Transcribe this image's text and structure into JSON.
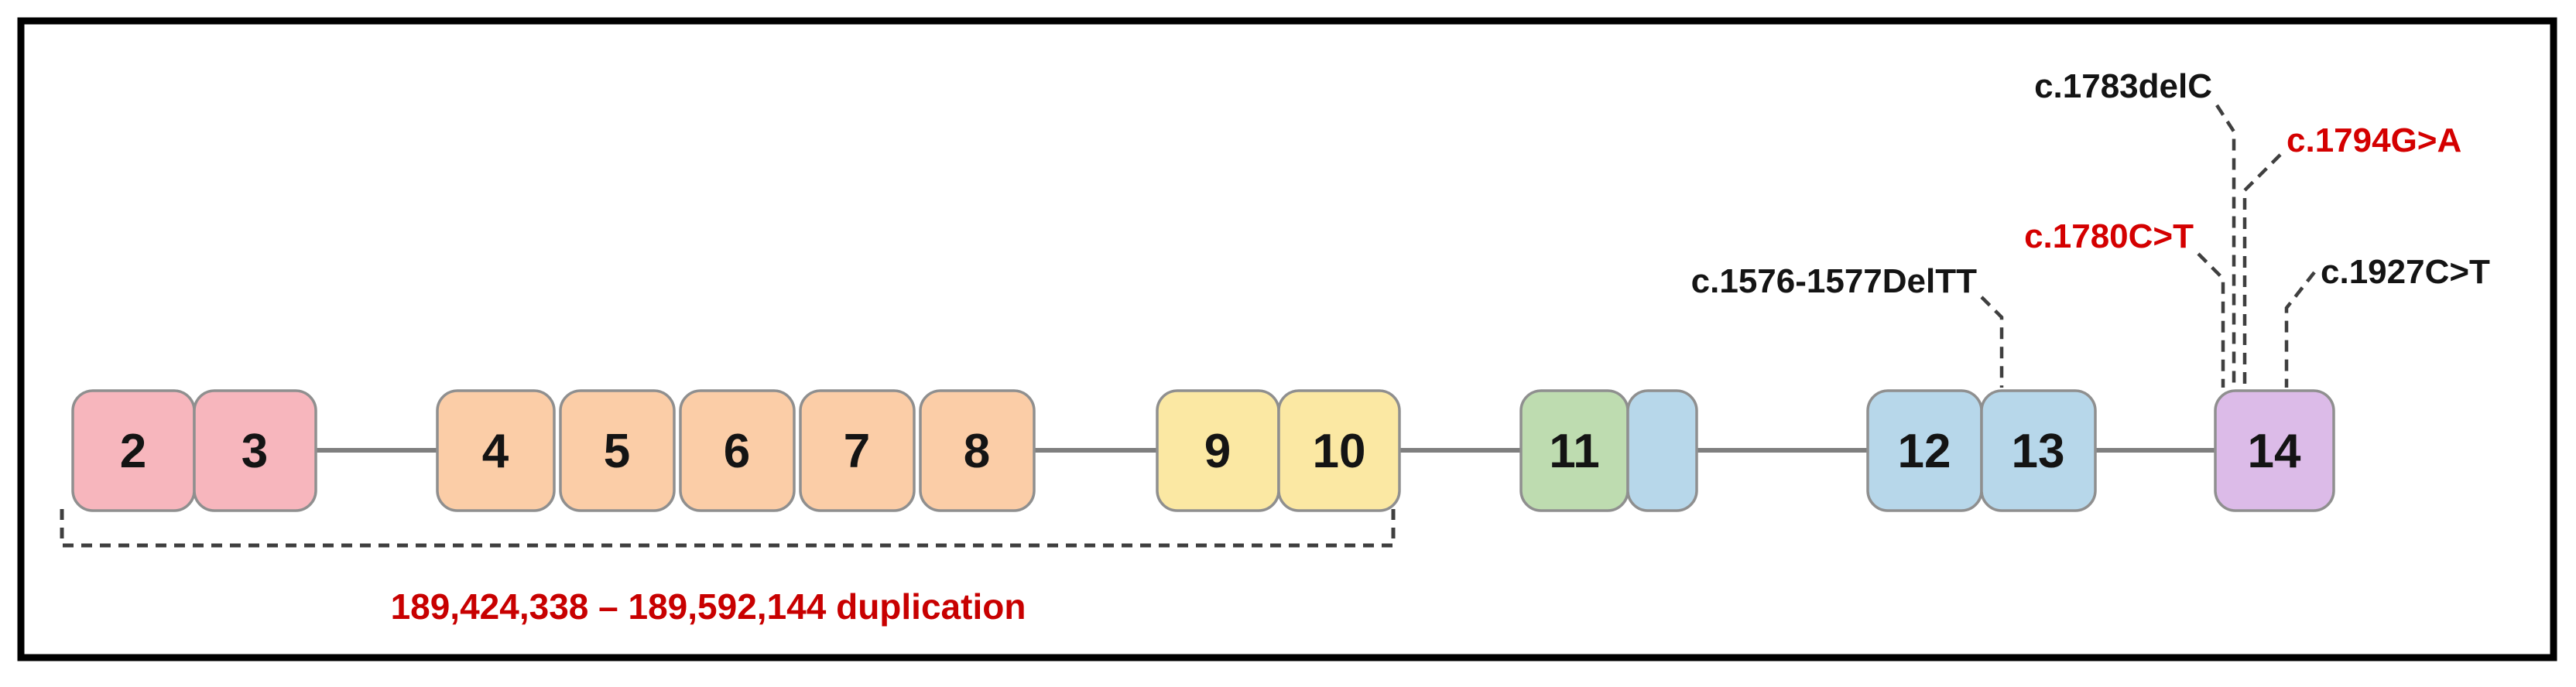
{
  "figure": {
    "title": "gene exon map with point mutations and duplication",
    "background_color": "#ffffff",
    "border_color": "#000000"
  },
  "palette": {
    "pink": "#f7b6bd",
    "peach": "#fbcda7",
    "yellow": "#fbe8a3",
    "green": "#bedcb0",
    "blue": "#b7d7ea",
    "purple": "#dcbbe8",
    "box_stroke": "#8f8f8f",
    "backbone_gray": "#7f7f7f",
    "callout_gray": "#3f3f3f",
    "text_black": "#141414",
    "mutation_red": "#d40000",
    "duplication_red": "#c80000"
  },
  "exons": [
    {
      "label": "2",
      "color": "pink"
    },
    {
      "label": "3",
      "color": "pink"
    },
    {
      "label": "4",
      "color": "peach"
    },
    {
      "label": "5",
      "color": "peach"
    },
    {
      "label": "6",
      "color": "peach"
    },
    {
      "label": "7",
      "color": "peach"
    },
    {
      "label": "8",
      "color": "peach"
    },
    {
      "label": "9",
      "color": "yellow"
    },
    {
      "label": "10",
      "color": "yellow"
    },
    {
      "label": "11",
      "color": "green"
    },
    {
      "label": "",
      "color": "blue"
    },
    {
      "label": "12",
      "color": "blue"
    },
    {
      "label": "13",
      "color": "blue"
    },
    {
      "label": "14",
      "color": "purple"
    }
  ],
  "mutations": [
    {
      "label": "c.1783delC",
      "color": "#141414",
      "target_exon": "14"
    },
    {
      "label": "c.1794G>A",
      "color": "#d40000",
      "target_exon": "14"
    },
    {
      "label": "c.1780C>T",
      "color": "#d40000",
      "target_exon": "14"
    },
    {
      "label": "c.1927C>T",
      "color": "#141414",
      "target_exon": "14"
    },
    {
      "label": "c.1576-1577DelTT",
      "color": "#141414",
      "target_exon": "13"
    }
  ],
  "duplication": {
    "label": "189,424,338 – 189,592,144 duplication",
    "color": "#c80000",
    "spans_exons": "2-10"
  }
}
